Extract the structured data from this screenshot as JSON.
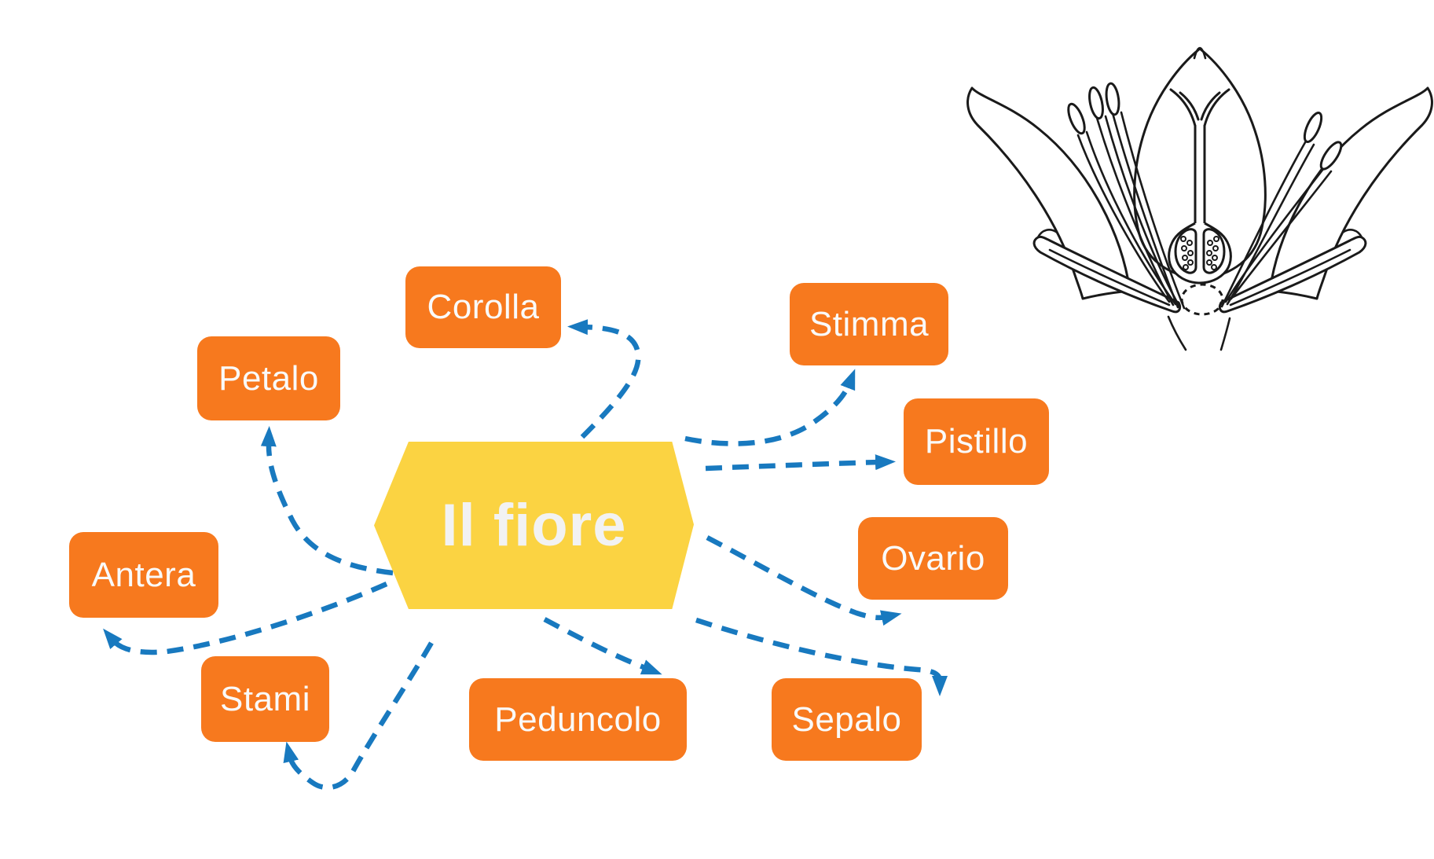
{
  "center": {
    "label": "Il fiore"
  },
  "nodes": [
    {
      "id": "corolla",
      "label": "Corolla"
    },
    {
      "id": "petalo",
      "label": "Petalo"
    },
    {
      "id": "antera",
      "label": "Antera"
    },
    {
      "id": "stami",
      "label": "Stami"
    },
    {
      "id": "peduncolo",
      "label": "Peduncolo"
    },
    {
      "id": "sepalo",
      "label": "Sepalo"
    },
    {
      "id": "ovario",
      "label": "Ovario"
    },
    {
      "id": "pistillo",
      "label": "Pistillo"
    },
    {
      "id": "stimma",
      "label": "Stimma"
    }
  ],
  "illustration": {
    "name": "flower-cross-section"
  },
  "colors": {
    "node_fill": "#F7791E",
    "node_text": "#FAFAFA",
    "center_fill": "#FBD342",
    "center_text": "#F2F2F2",
    "connector": "#1879BF",
    "illustration_stroke": "#1A1A1A",
    "background": "#FFFFFF"
  }
}
